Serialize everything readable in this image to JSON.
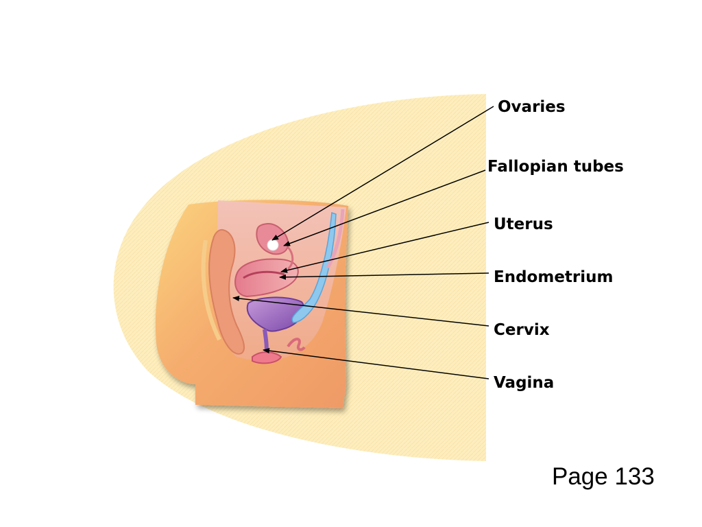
{
  "labels": {
    "ovaries": "Ovaries",
    "fallopian_tubes": "Fallopian tubes",
    "uterus": "Uterus",
    "endometrium": "Endometrium",
    "cervix": "Cervix",
    "vagina": "Vagina"
  },
  "page_number": "Page 133",
  "colors": {
    "background_halo": "#fdeec0",
    "body_tissue": "#f4a86e",
    "uterus": "#e58a8a",
    "bladder": "#8a5ab8",
    "rectum": "#ee9a76",
    "skin_highlight": "#fbd68a",
    "leader_line": "#000000"
  }
}
